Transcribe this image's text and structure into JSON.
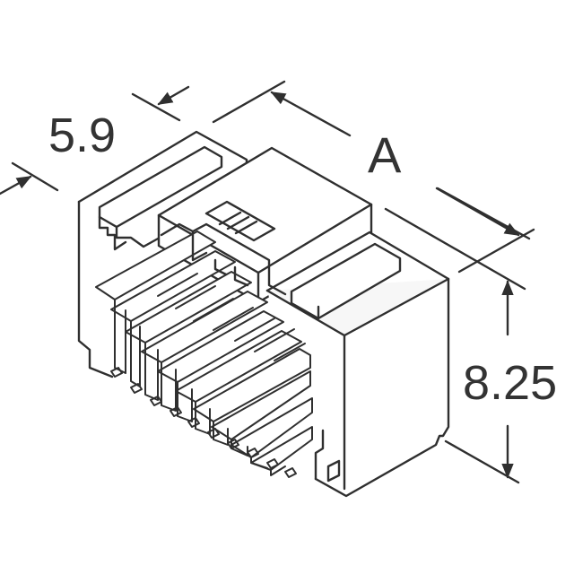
{
  "diagram": {
    "subject": "Right-angle board connector, isometric line drawing",
    "line_color": "#2f2f2f",
    "fill_color": "#ffffff",
    "face_shade": "#f7f7f7",
    "dimensions": {
      "depth": {
        "label": "5.9"
      },
      "length": {
        "label": "A"
      },
      "height": {
        "label": "8.25"
      }
    }
  }
}
